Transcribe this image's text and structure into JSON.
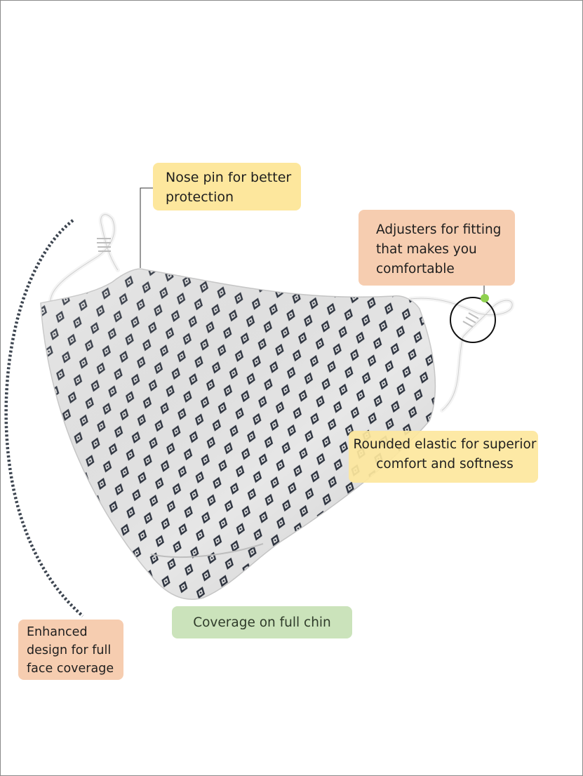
{
  "callouts": {
    "nose_pin": "Nose pin for better\nprotection",
    "adjusters": "Adjusters for fitting\nthat makes you\ncomfortable",
    "elastic": "Rounded elastic for superior\ncomfort and softness",
    "chin": "Coverage on full chin",
    "design": "Enhanced\ndesign for full\nface coverage"
  },
  "colors": {
    "yellow_callout": "#fde79d",
    "peach_callout": "#f6cdb0",
    "green_callout": "#cbe3bb",
    "mask_fabric": "#e6e6e6",
    "pattern": "#2e3440",
    "dotted_arc": "#3d4550",
    "adjuster_dot": "#8fd14f"
  },
  "image": {
    "subject": "face-mask-photo"
  }
}
